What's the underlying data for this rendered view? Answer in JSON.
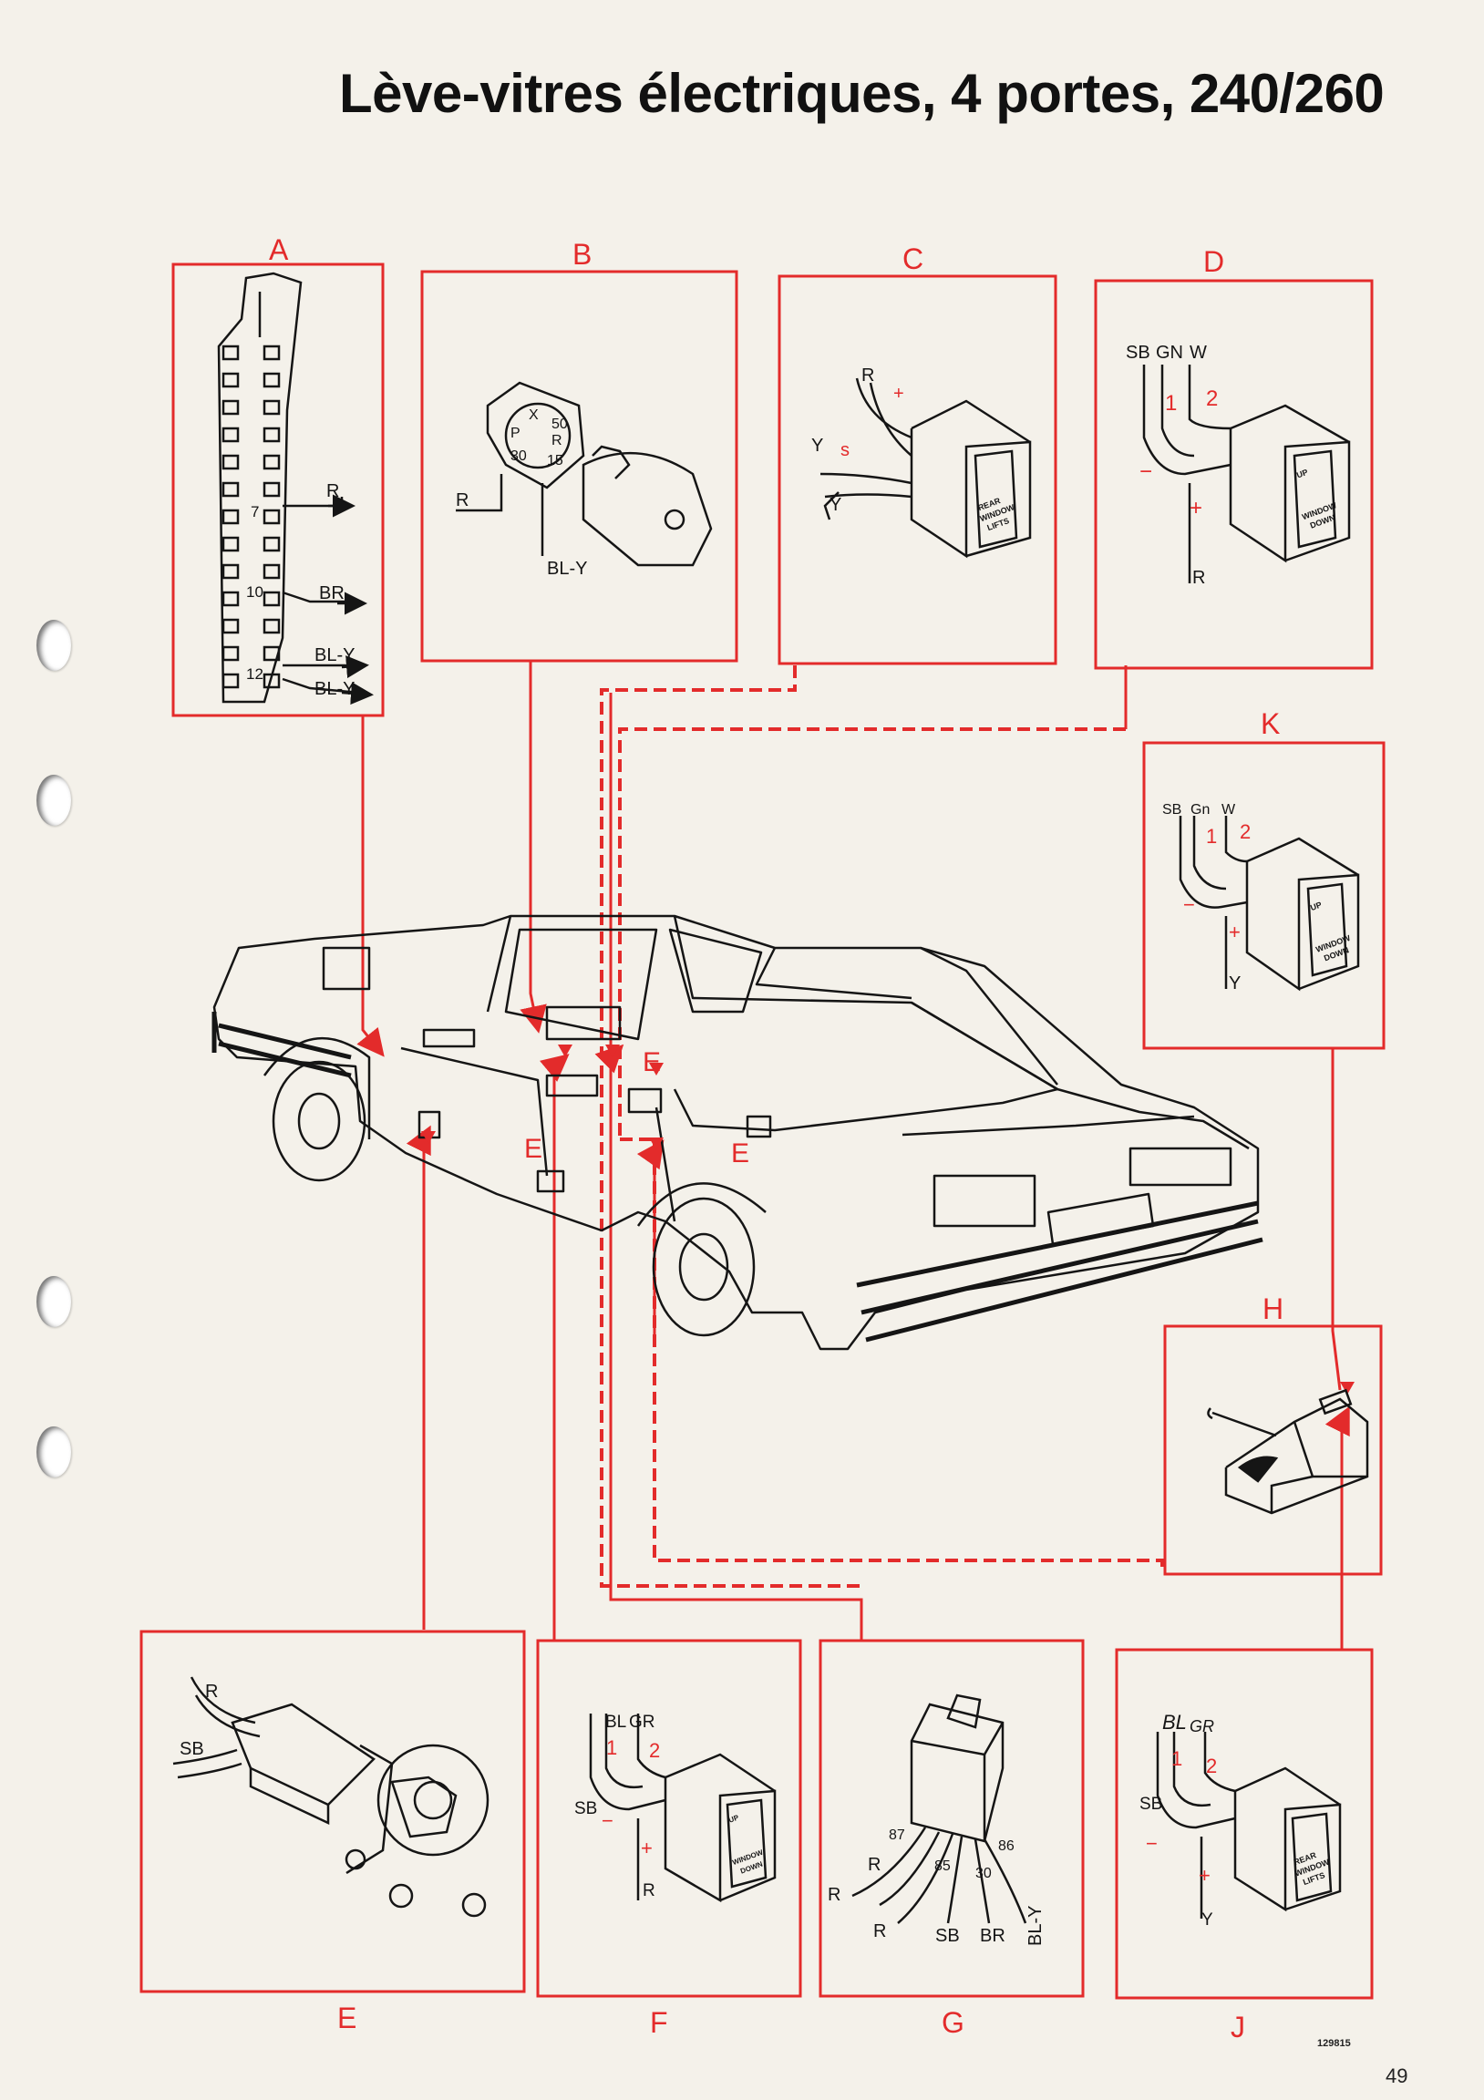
{
  "title": "Lève-vitres électriques, 4 portes, 240/260",
  "page_number": "49",
  "reference_code": "129815",
  "colors": {
    "wiring": "#e32b2b",
    "ink": "#151515",
    "paper": "#f4f1ea"
  },
  "panels": {
    "A": {
      "label": "A",
      "pins": [
        "7",
        "10",
        "12"
      ],
      "wires": [
        "R",
        "BR",
        "BL-Y",
        "BL-Y"
      ]
    },
    "B": {
      "label": "B",
      "terminals": [
        "X",
        "50",
        "P",
        "R",
        "30",
        "15"
      ],
      "wires": [
        "R",
        "BL-Y"
      ]
    },
    "C": {
      "label": "C",
      "wires": [
        "R",
        "Y",
        "Y"
      ],
      "marks": [
        "+",
        "s"
      ],
      "switch_text": [
        "REAR",
        "WINDOW",
        "LIFTS"
      ]
    },
    "D": {
      "label": "D",
      "wires": [
        "SB",
        "GN",
        "W",
        "R"
      ],
      "numbers": [
        "1",
        "2"
      ],
      "marks": [
        "−",
        "+"
      ],
      "switch_text": [
        "UP",
        "WINDOW",
        "DOWN"
      ]
    },
    "K": {
      "label": "K",
      "wires": [
        "SB",
        "Gn",
        "W",
        "Y"
      ],
      "numbers": [
        "1",
        "2"
      ],
      "marks": [
        "−",
        "+"
      ],
      "switch_text": [
        "UP",
        "WINDOW",
        "DOWN"
      ]
    },
    "H": {
      "label": "H"
    },
    "E_motor": {
      "label": "E",
      "wires": [
        "R",
        "SB"
      ]
    },
    "F": {
      "label": "F",
      "wires": [
        "BL",
        "GR",
        "SB",
        "R"
      ],
      "numbers": [
        "1",
        "2"
      ],
      "marks": [
        "−",
        "+"
      ],
      "switch_text": [
        "UP",
        "WINDOW",
        "DOWN"
      ]
    },
    "G": {
      "label": "G",
      "terminals": [
        "87",
        "86",
        "85",
        "30"
      ],
      "wires": [
        "R",
        "R",
        "R",
        "SB",
        "BR",
        "BL-Y"
      ]
    },
    "J": {
      "label": "J",
      "wires": [
        "BL",
        "GR",
        "SB",
        "Y"
      ],
      "numbers": [
        "1",
        "2"
      ],
      "marks": [
        "−",
        "+"
      ],
      "switch_text": [
        "REAR",
        "WINDOW",
        "LIFTS"
      ]
    }
  },
  "car_labels": [
    "E",
    "E",
    "E"
  ]
}
